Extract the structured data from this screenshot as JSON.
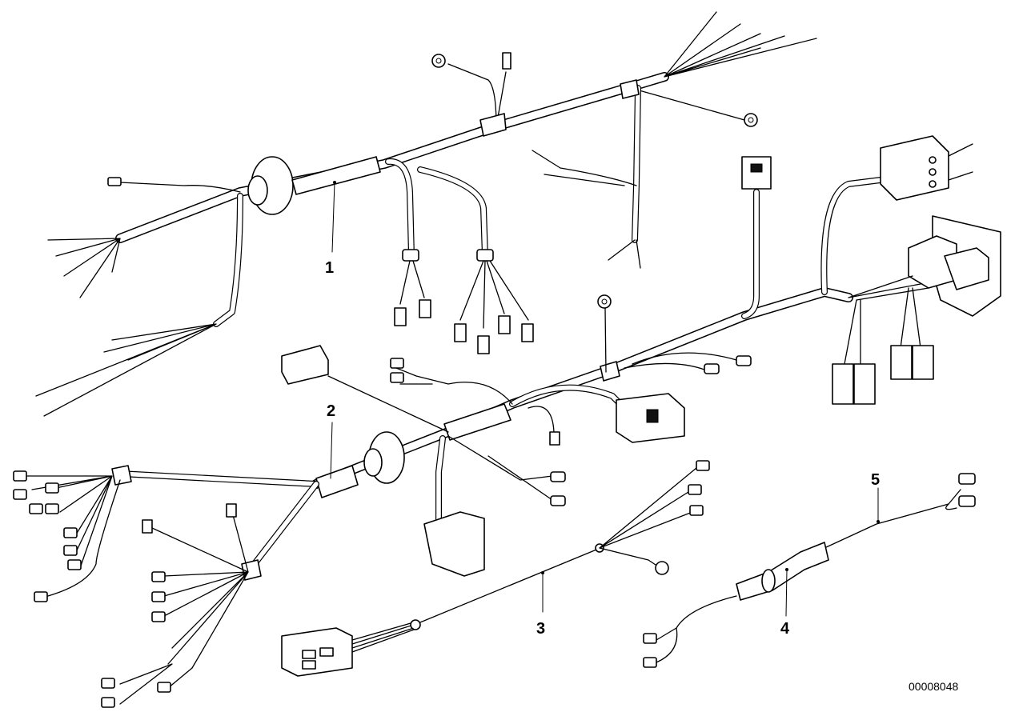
{
  "diagram": {
    "callouts": [
      {
        "id": "1",
        "label": "1"
      },
      {
        "id": "2",
        "label": "2"
      },
      {
        "id": "3",
        "label": "3"
      },
      {
        "id": "4",
        "label": "4"
      },
      {
        "id": "5",
        "label": "5"
      }
    ],
    "reference_code": "00008048"
  }
}
